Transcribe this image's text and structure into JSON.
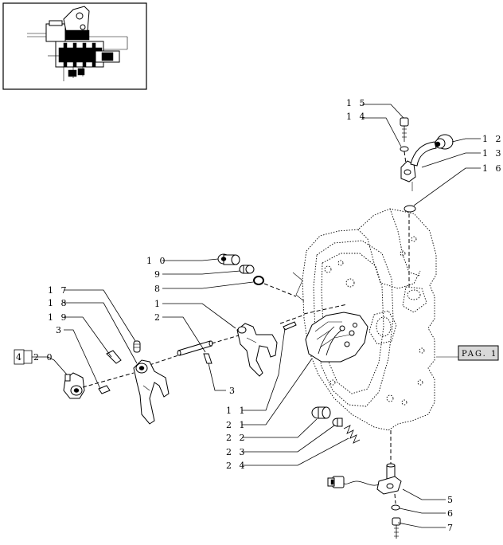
{
  "diagram": {
    "callouts": [
      {
        "id": "c15",
        "label": "1 5"
      },
      {
        "id": "c14",
        "label": "1 4"
      },
      {
        "id": "c12",
        "label": "1 2"
      },
      {
        "id": "c13",
        "label": "1 3"
      },
      {
        "id": "c16",
        "label": "1 6"
      },
      {
        "id": "c10",
        "label": "1 0"
      },
      {
        "id": "c9",
        "label": "9"
      },
      {
        "id": "c8",
        "label": "8"
      },
      {
        "id": "c17",
        "label": "1 7"
      },
      {
        "id": "c18",
        "label": "1 8"
      },
      {
        "id": "c19",
        "label": "1 9"
      },
      {
        "id": "c3a",
        "label": "3"
      },
      {
        "id": "c1",
        "label": "1"
      },
      {
        "id": "c2",
        "label": "2"
      },
      {
        "id": "c3b",
        "label": "3"
      },
      {
        "id": "c4",
        "label": "4"
      },
      {
        "id": "c20",
        "label": "2 0"
      },
      {
        "id": "c11",
        "label": "1 1"
      },
      {
        "id": "c21",
        "label": "2 1"
      },
      {
        "id": "c22",
        "label": "2 2"
      },
      {
        "id": "c23",
        "label": "2 3"
      },
      {
        "id": "c24",
        "label": "2 4"
      },
      {
        "id": "c5",
        "label": "5"
      },
      {
        "id": "c6",
        "label": "6"
      },
      {
        "id": "c7",
        "label": "7"
      }
    ],
    "page_ref_label": "PAG. 1"
  }
}
